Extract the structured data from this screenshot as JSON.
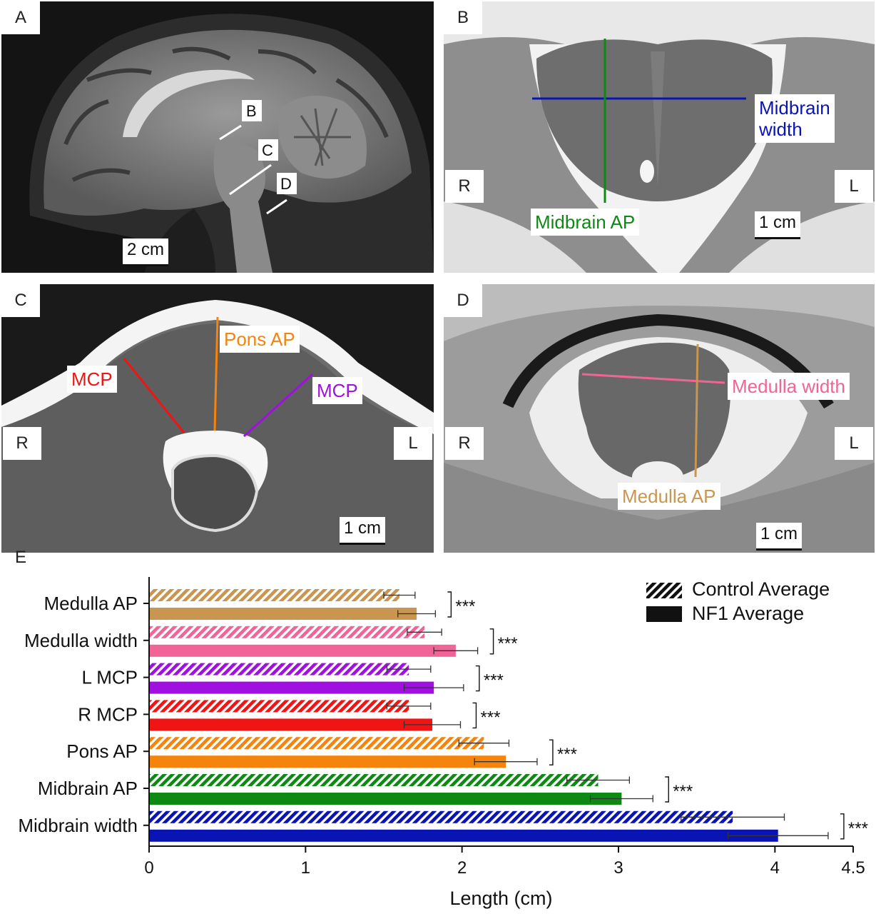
{
  "panels": {
    "a": {
      "tag": "A",
      "marks": [
        "B",
        "C",
        "D"
      ],
      "scale": "2 cm"
    },
    "b": {
      "tag": "B",
      "width_label": "Midbrain\nwidth",
      "ap_label": "Midbrain AP",
      "right": "R",
      "left": "L",
      "scale": "1 cm"
    },
    "c": {
      "tag": "C",
      "pons_label": "Pons AP",
      "mcp_left": "MCP",
      "mcp_right": "MCP",
      "right": "R",
      "left": "L",
      "scale": "1 cm"
    },
    "d": {
      "tag": "D",
      "width_label": "Medulla width",
      "ap_label": "Medulla AP",
      "right": "R",
      "left": "L",
      "scale": "1 cm"
    },
    "e": {
      "tag": "E"
    }
  },
  "colors": {
    "midbrain_width": "#0a14b4",
    "midbrain_ap": "#0e8a14",
    "pons_ap": "#f5840c",
    "r_mcp": "#f01414",
    "l_mcp": "#a010e0",
    "medulla_width": "#f06496",
    "medulla_ap": "#c89650"
  },
  "chart_data": {
    "type": "bar",
    "orientation": "horizontal",
    "xlabel": "Length (cm)",
    "xlim": [
      0,
      4.5
    ],
    "xticks": [
      "0",
      "1",
      "2",
      "3",
      "4",
      "4.5"
    ],
    "categories": [
      "Medulla AP",
      "Medulla width",
      "L MCP",
      "R MCP",
      "Pons AP",
      "Midbrain AP",
      "Midbrain width"
    ],
    "series": [
      {
        "name": "Control Average",
        "pattern": "hatched",
        "values": [
          1.6,
          1.76,
          1.66,
          1.66,
          2.14,
          2.87,
          3.73
        ],
        "errors": [
          0.1,
          0.11,
          0.14,
          0.14,
          0.16,
          0.2,
          0.33
        ]
      },
      {
        "name": "NF1 Average",
        "pattern": "solid",
        "values": [
          1.71,
          1.96,
          1.82,
          1.81,
          2.28,
          3.02,
          4.02
        ],
        "errors": [
          0.12,
          0.14,
          0.19,
          0.18,
          0.2,
          0.2,
          0.32
        ]
      }
    ],
    "significance": [
      "***",
      "***",
      "***",
      "***",
      "***",
      "***",
      "***"
    ],
    "legend_position": "top-right"
  }
}
